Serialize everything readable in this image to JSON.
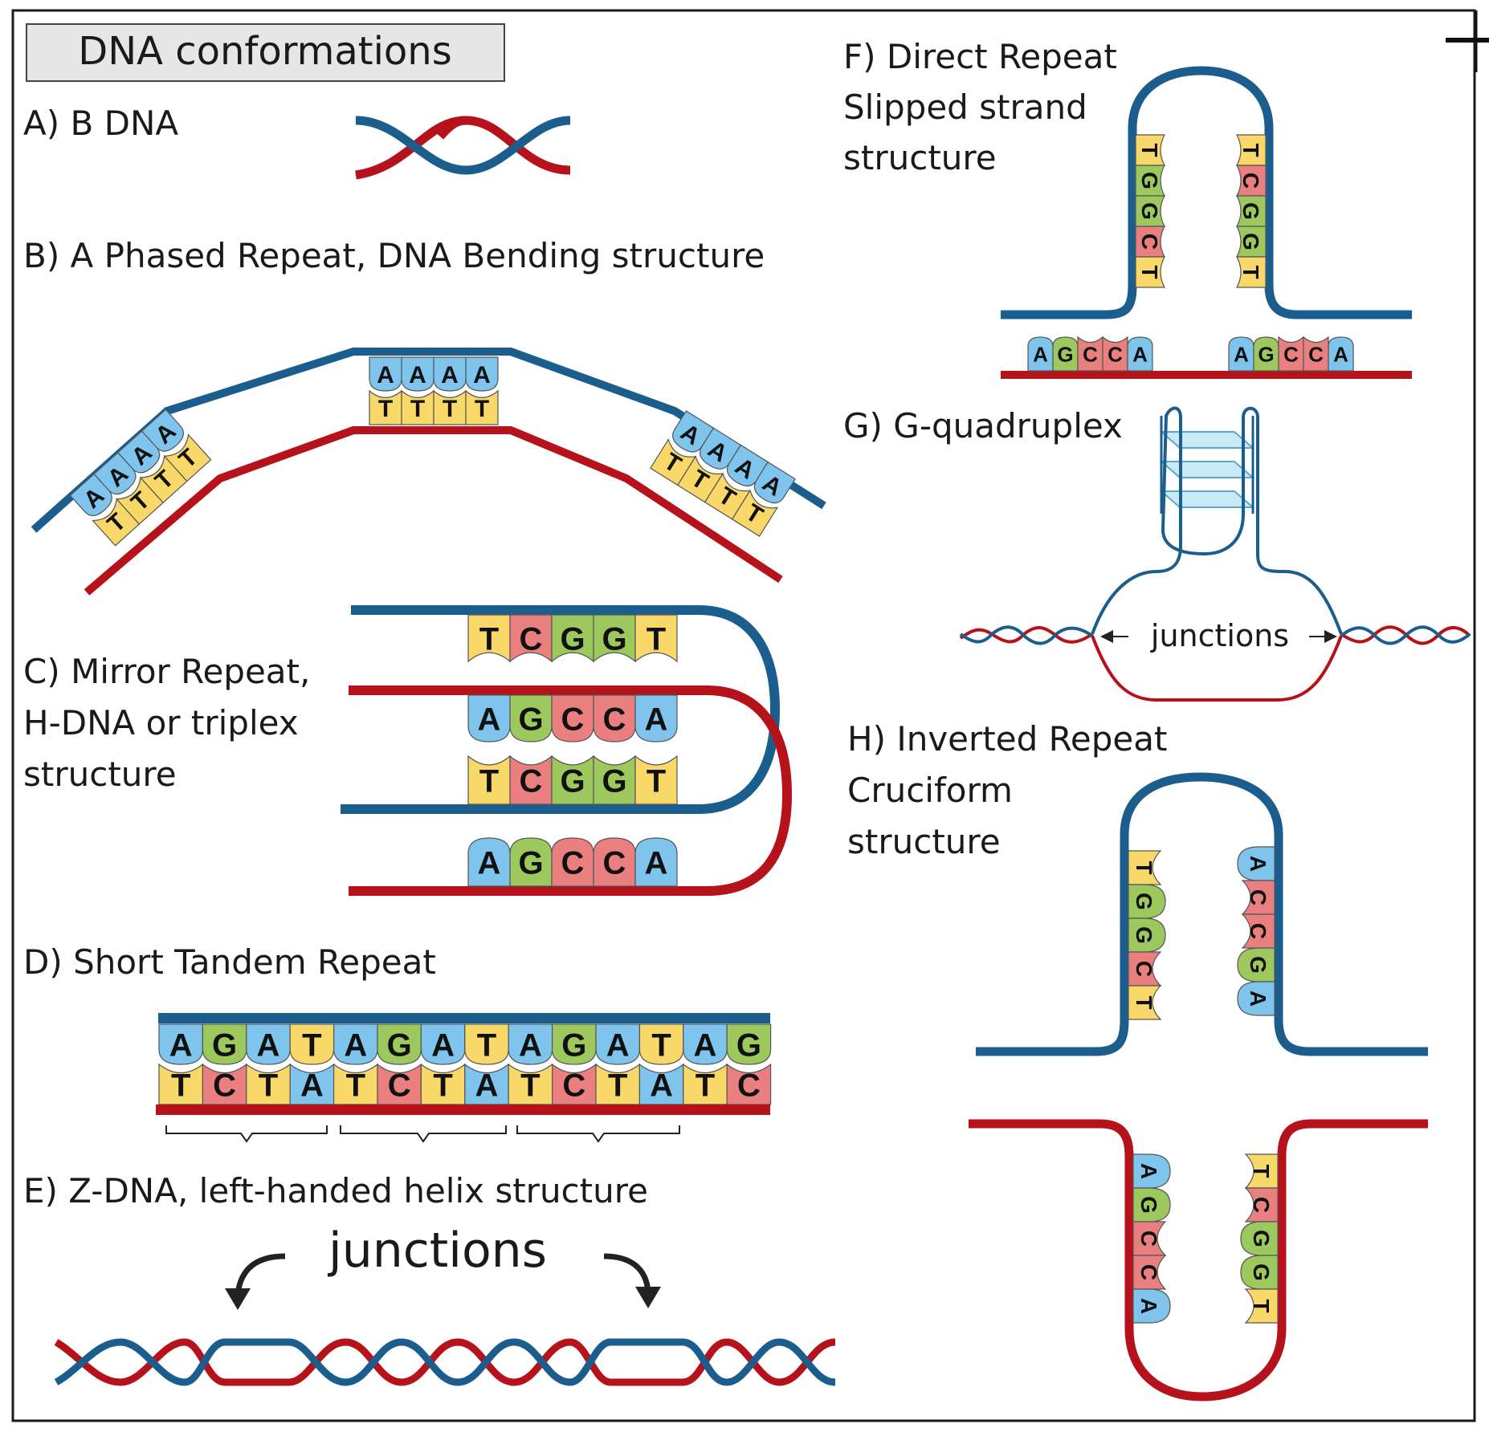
{
  "title": "DNA conformations",
  "colors": {
    "strand_blue": "#1b5e8e",
    "strand_red": "#b5121b",
    "A": "#7fc4ec",
    "T": "#f9d86a",
    "G": "#9dc85e",
    "C": "#e9807f",
    "quad_plane": "#bfe6f2"
  },
  "panels": {
    "a": {
      "label": "A) B DNA"
    },
    "b": {
      "label": "B) A Phased Repeat, DNA Bending structure",
      "top": [
        "A",
        "A",
        "A",
        "A"
      ],
      "bottom": [
        "T",
        "T",
        "T",
        "T"
      ]
    },
    "c": {
      "label_lines": [
        "C) Mirror Repeat,",
        "H-DNA or triplex",
        "structure"
      ],
      "row1": [
        "T",
        "C",
        "G",
        "G",
        "T"
      ],
      "row2": [
        "A",
        "G",
        "C",
        "C",
        "A"
      ],
      "row3": [
        "T",
        "C",
        "G",
        "G",
        "T"
      ],
      "row4": [
        "A",
        "G",
        "C",
        "C",
        "A"
      ]
    },
    "d": {
      "label": "D) Short Tandem Repeat",
      "top": [
        "A",
        "G",
        "A",
        "T",
        "A",
        "G",
        "A",
        "T",
        "A",
        "G",
        "A",
        "T",
        "A",
        "G"
      ],
      "bottom": [
        "T",
        "C",
        "T",
        "A",
        "T",
        "C",
        "T",
        "A",
        "T",
        "C",
        "T",
        "A",
        "T",
        "C"
      ]
    },
    "e": {
      "label": "E) Z-DNA, left-handed helix structure",
      "junctions": "junctions"
    },
    "f": {
      "label_lines": [
        "F) Direct Repeat",
        "Slipped strand",
        "structure"
      ],
      "loop_left": [
        "T",
        "G",
        "G",
        "C",
        "T"
      ],
      "loop_right": [
        "T",
        "C",
        "G",
        "G",
        "T"
      ],
      "bottom": [
        "A",
        "G",
        "C",
        "C",
        "A"
      ]
    },
    "g": {
      "label": "G) G-quadruplex",
      "junctions": "junctions"
    },
    "h": {
      "label_lines": [
        "H) Inverted Repeat",
        "Cruciform",
        "structure"
      ],
      "top_left": [
        "T",
        "G",
        "G",
        "C",
        "T"
      ],
      "top_right": [
        "A",
        "C",
        "C",
        "G",
        "A"
      ],
      "bottom_left": [
        "A",
        "G",
        "C",
        "C",
        "A"
      ],
      "bottom_right": [
        "T",
        "C",
        "G",
        "G",
        "T"
      ]
    }
  }
}
